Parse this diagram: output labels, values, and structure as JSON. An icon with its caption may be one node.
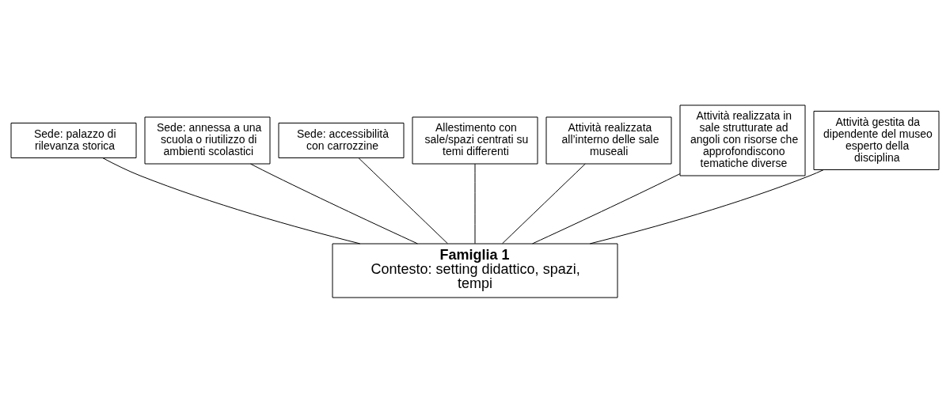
{
  "diagram": {
    "nodes": [
      {
        "text": [
          "Sede: palazzo di rilevanza storica"
        ]
      },
      {
        "text": [
          "Sede: annessa a una scuola o riutilizzo di ambienti scolastici"
        ]
      },
      {
        "text": [
          "Sede: accessibilità con carrozzine"
        ]
      },
      {
        "text": [
          "Allestimento con sale/spazi centrati su temi differenti"
        ]
      },
      {
        "text": [
          "Attività realizzata all’interno delle sale museali"
        ]
      },
      {
        "text": [
          "Attività realizzata in sale strutturate ad angoli con risorse che approfondiscono tematiche diverse"
        ]
      },
      {
        "text": [
          "Attività gestita da dipendente del museo esperto della disciplina"
        ]
      },
      {
        "text": [
          "Famiglia 1",
          "Contesto: setting didattico, spazi, tempi"
        ]
      }
    ],
    "edges": [
      {
        "from": 7,
        "to": 0,
        "arrow": "none"
      },
      {
        "from": 7,
        "to": 1,
        "arrow": "none"
      },
      {
        "from": 7,
        "to": 2,
        "arrow": "none"
      },
      {
        "from": 7,
        "to": 3,
        "arrow": "none"
      },
      {
        "from": 7,
        "to": 4,
        "arrow": "none"
      },
      {
        "from": 7,
        "to": 5,
        "arrow": "none"
      },
      {
        "from": 7,
        "to": 6,
        "arrow": "none"
      }
    ]
  }
}
